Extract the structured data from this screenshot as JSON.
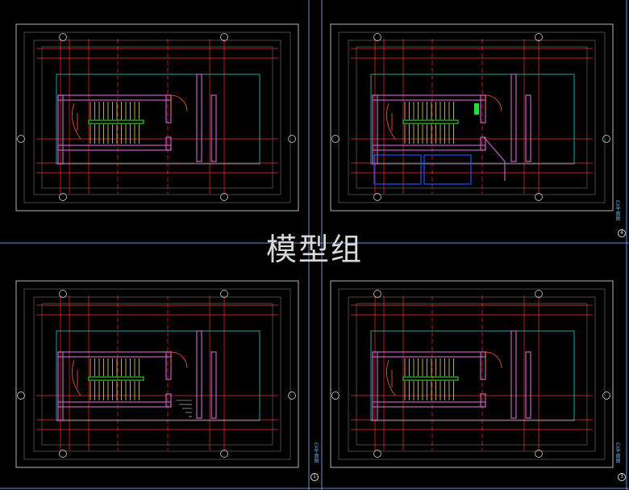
{
  "watermark": "模型组",
  "colors": {
    "background": "#000000",
    "frame": "#e0e0e0",
    "divider": "#6a8fd6",
    "axis": "#ff2a2a",
    "wall": "#c060c0",
    "floor_outline": "#20d0d0",
    "stair_rail": "#32c832",
    "stair_tread": "#e8d080",
    "door": "#ff6030",
    "elevator": "#2050ff"
  },
  "panels": [
    {
      "id": "top-left",
      "label": "",
      "num": ""
    },
    {
      "id": "top-right",
      "label": "EX平面图",
      "num": "4"
    },
    {
      "id": "bottom-left",
      "label": "EX平面图",
      "num": "1"
    },
    {
      "id": "bottom-right",
      "label": "EX平面图",
      "num": "3"
    }
  ]
}
